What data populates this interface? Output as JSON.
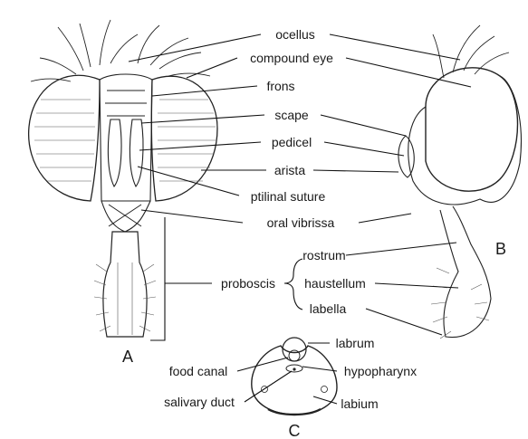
{
  "labels": {
    "ocellus": "ocellus",
    "compound_eye": "compound eye",
    "frons": "frons",
    "scape": "scape",
    "pedicel": "pedicel",
    "arista": "arista",
    "ptilinal_suture": "ptilinal suture",
    "oral_vibrissa": "oral vibrissa",
    "rostrum": "rostrum",
    "haustellum": "haustellum",
    "labella": "labella",
    "proboscis": "proboscis",
    "labrum": "labrum",
    "food_canal": "food canal",
    "hypopharynx": "hypopharynx",
    "salivary_duct": "salivary duct",
    "labium": "labium"
  },
  "panels": {
    "a": "A",
    "b": "B",
    "c": "C"
  }
}
